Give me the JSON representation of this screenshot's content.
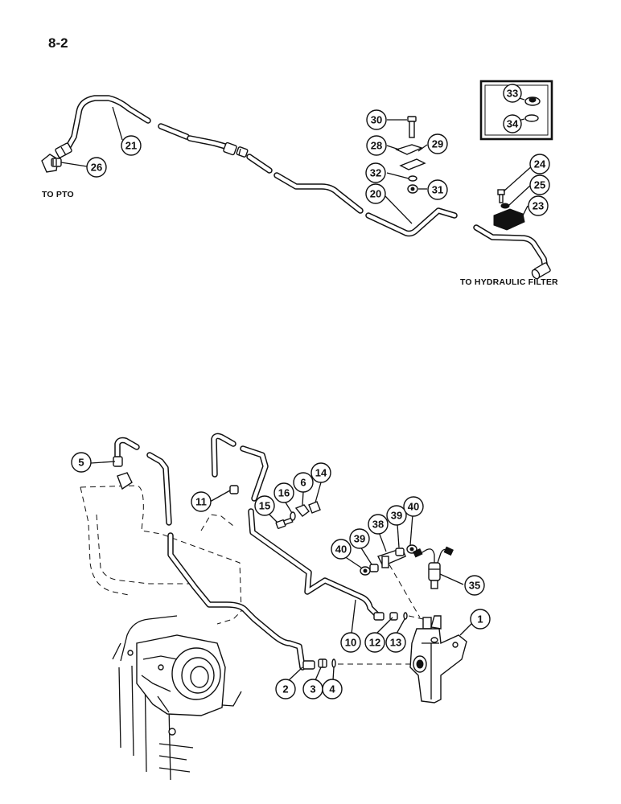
{
  "page_label": "8-2",
  "captions": {
    "to_pto": "TO PTO",
    "to_hydraulic_filter": "TO HYDRAULIC FILTER"
  },
  "callouts": [
    {
      "key": "c21",
      "label": "21"
    },
    {
      "key": "c26",
      "label": "26"
    },
    {
      "key": "c30",
      "label": "30"
    },
    {
      "key": "c28",
      "label": "28"
    },
    {
      "key": "c29",
      "label": "29"
    },
    {
      "key": "c32",
      "label": "32"
    },
    {
      "key": "c31",
      "label": "31"
    },
    {
      "key": "c20",
      "label": "20"
    },
    {
      "key": "c33",
      "label": "33"
    },
    {
      "key": "c34",
      "label": "34"
    },
    {
      "key": "c24",
      "label": "24"
    },
    {
      "key": "c25",
      "label": "25"
    },
    {
      "key": "c23",
      "label": "23"
    },
    {
      "key": "c5",
      "label": "5"
    },
    {
      "key": "c11",
      "label": "11"
    },
    {
      "key": "c15",
      "label": "15"
    },
    {
      "key": "c16",
      "label": "16"
    },
    {
      "key": "c6",
      "label": "6"
    },
    {
      "key": "c14",
      "label": "14"
    },
    {
      "key": "c40a",
      "label": "40"
    },
    {
      "key": "c39a",
      "label": "39"
    },
    {
      "key": "c38",
      "label": "38"
    },
    {
      "key": "c39b",
      "label": "39"
    },
    {
      "key": "c40b",
      "label": "40"
    },
    {
      "key": "c35",
      "label": "35"
    },
    {
      "key": "c1",
      "label": "1"
    },
    {
      "key": "c10",
      "label": "10"
    },
    {
      "key": "c12",
      "label": "12"
    },
    {
      "key": "c13",
      "label": "13"
    },
    {
      "key": "c2",
      "label": "2"
    },
    {
      "key": "c3",
      "label": "3"
    },
    {
      "key": "c4",
      "label": "4"
    }
  ]
}
